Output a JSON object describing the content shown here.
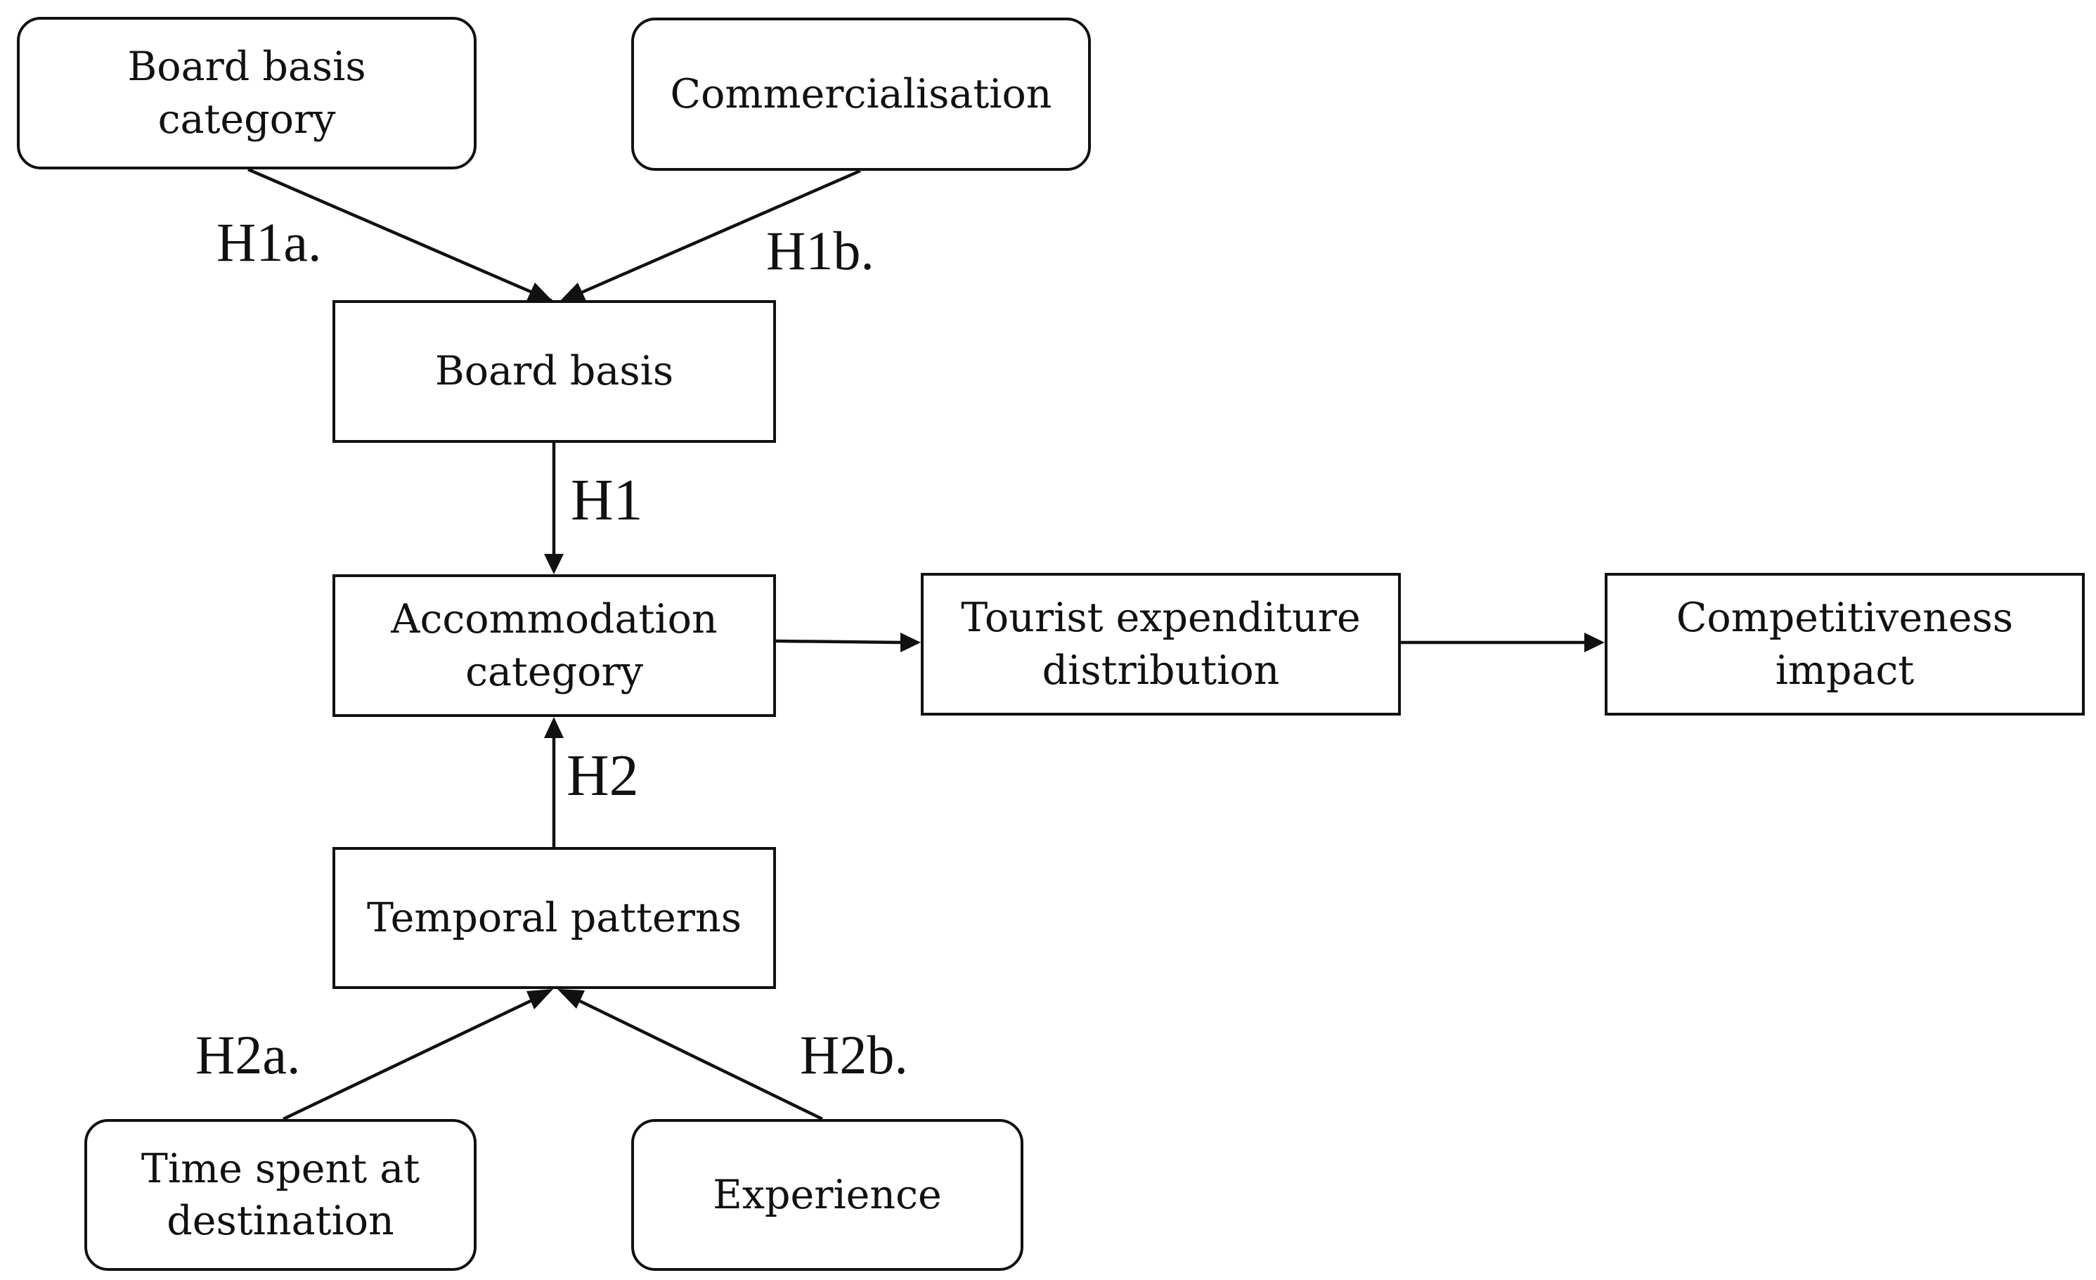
{
  "nodes": {
    "board_basis_category": "Board basis category",
    "commercialisation": "Commercialisation",
    "board_basis": "Board basis",
    "accommodation_category": "Accommodation category",
    "tourist_expenditure": "Tourist expenditure distribution",
    "competitiveness": "Competitiveness impact",
    "temporal_patterns": "Temporal patterns",
    "time_spent": "Time spent at destination",
    "experience": "Experience"
  },
  "hypotheses": {
    "h1a": "H1a.",
    "h1b": "H1b.",
    "h1": "H1",
    "h2": "H2",
    "h2a": "H2a.",
    "h2b": "H2b."
  },
  "colors": {
    "stroke": "#111111",
    "background": "#ffffff"
  }
}
